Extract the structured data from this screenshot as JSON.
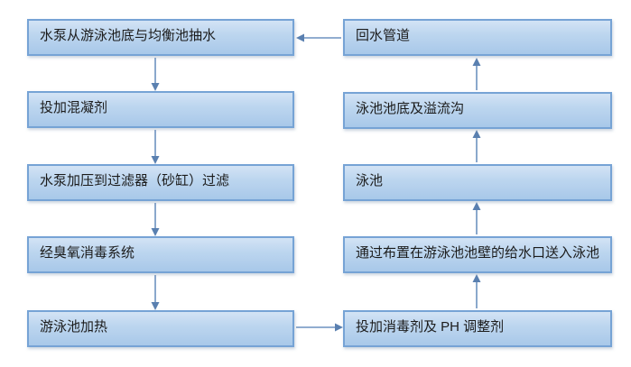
{
  "diagram": {
    "description": "Swimming pool water circulation treatment flowchart",
    "colors": {
      "node_fill_top": "#d3e3f5",
      "node_fill_bottom": "#a8c8e9",
      "node_border": "#76a3d5",
      "arrow": "#6d92c0",
      "background": "#ffffff",
      "text": "#1c1c1c"
    },
    "nodes": [
      {
        "id": "L1",
        "label": "水泵从游泳池底与均衡池抽水"
      },
      {
        "id": "L2",
        "label": "投加混凝剂"
      },
      {
        "id": "L3",
        "label": "水泵加压到过滤器（砂缸）过滤"
      },
      {
        "id": "L4",
        "label": "经臭氧消毒系统"
      },
      {
        "id": "L5",
        "label": "游泳池加热"
      },
      {
        "id": "R1",
        "label": "回水管道"
      },
      {
        "id": "R2",
        "label": "泳池池底及溢流沟"
      },
      {
        "id": "R3",
        "label": "泳池"
      },
      {
        "id": "R4",
        "label": "通过布置在游泳池池壁的给水口送入泳池"
      },
      {
        "id": "R5",
        "label": "投加消毒剂及 PH 调整剂"
      }
    ],
    "edges": [
      {
        "from": "L1",
        "to": "L2",
        "direction": "down"
      },
      {
        "from": "L2",
        "to": "L3",
        "direction": "down"
      },
      {
        "from": "L3",
        "to": "L4",
        "direction": "down"
      },
      {
        "from": "L4",
        "to": "L5",
        "direction": "down"
      },
      {
        "from": "L5",
        "to": "R5",
        "direction": "right"
      },
      {
        "from": "R5",
        "to": "R4",
        "direction": "up"
      },
      {
        "from": "R4",
        "to": "R3",
        "direction": "up"
      },
      {
        "from": "R3",
        "to": "R2",
        "direction": "up"
      },
      {
        "from": "R2",
        "to": "R1",
        "direction": "up"
      },
      {
        "from": "R1",
        "to": "L1",
        "direction": "left"
      }
    ]
  }
}
